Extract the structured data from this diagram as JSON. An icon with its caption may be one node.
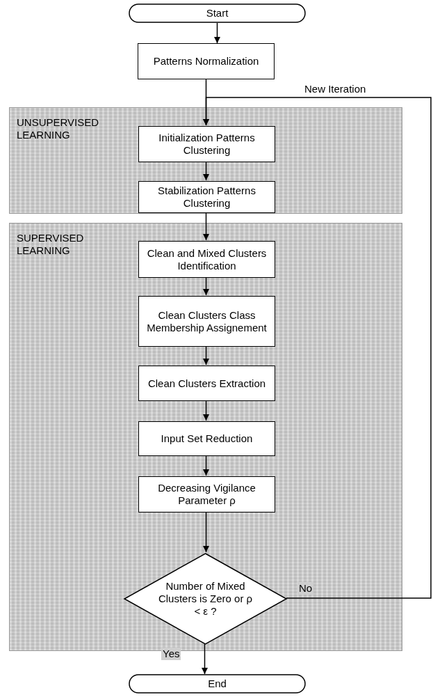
{
  "diagram": {
    "nodes": [
      {
        "text": [
          "Start"
        ]
      },
      {
        "text": [
          "Patterns Normalization"
        ]
      },
      {
        "text": [
          "UNSUPERVISED LEARNING"
        ]
      },
      {
        "text": [
          "Initialization Patterns Clustering"
        ],
        "in": 2
      },
      {
        "text": [
          "Stabilization Patterns Clustering"
        ],
        "in": 2
      },
      {
        "text": [
          "SUPERVISED LEARNING"
        ]
      },
      {
        "text": [
          "Clean and Mixed Clusters Identification"
        ],
        "in": 5
      },
      {
        "text": [
          "Clean Clusters Class Membership Assignement"
        ],
        "in": 5
      },
      {
        "text": [
          "Clean Clusters Extraction"
        ],
        "in": 5
      },
      {
        "text": [
          "Input Set Reduction"
        ],
        "in": 5
      },
      {
        "text": [
          "Decreasing Vigilance Parameter ρ"
        ],
        "in": 5
      },
      {
        "text": [
          "Number of Mixed Clusters is Zero or ρ < ε ?"
        ],
        "in": 5
      },
      {
        "text": [
          "End"
        ]
      }
    ],
    "edges": [
      {
        "from": 0,
        "to": 1,
        "arrow": "to"
      },
      {
        "from": 1,
        "to": 3,
        "arrow": "to"
      },
      {
        "from": 3,
        "to": 4,
        "arrow": "to"
      },
      {
        "from": 4,
        "to": 6,
        "arrow": "to"
      },
      {
        "from": 6,
        "to": 7,
        "arrow": "to"
      },
      {
        "from": 7,
        "to": 8,
        "arrow": "to"
      },
      {
        "from": 8,
        "to": 9,
        "arrow": "to"
      },
      {
        "from": 9,
        "to": 10,
        "arrow": "to"
      },
      {
        "from": 10,
        "to": 11,
        "arrow": "to"
      },
      {
        "from": 11,
        "to": 12,
        "arrow": "to",
        "label": "Yes"
      },
      {
        "from": 11,
        "to": 3,
        "arrow": "to",
        "label": "No"
      }
    ],
    "labels": [
      "New Iteration"
    ]
  }
}
